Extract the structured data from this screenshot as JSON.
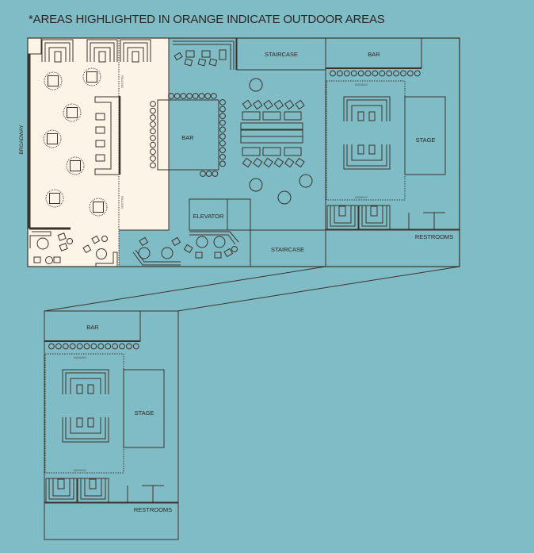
{
  "title": "*AREAS HIGHLIGHTED IN ORANGE INDICATE OUTDOOR AREAS",
  "colors": {
    "background": "#80bcc6",
    "outdoor": "#fdf4e8",
    "indoor": "#ffffff",
    "staircase": "#aca7a4",
    "lines": "#3b322c"
  },
  "labels": {
    "broadway": "BROADWAY",
    "main_bar": "BAR",
    "elevator": "ELEVATOR",
    "staircase_top": "STAIRCASE",
    "staircase_bottom": "STAIRCASE",
    "right_bar": "BAR",
    "stage": "STAGE",
    "restrooms": "RESTROOMS",
    "awning": "AWNING",
    "railing": "RAILING"
  }
}
